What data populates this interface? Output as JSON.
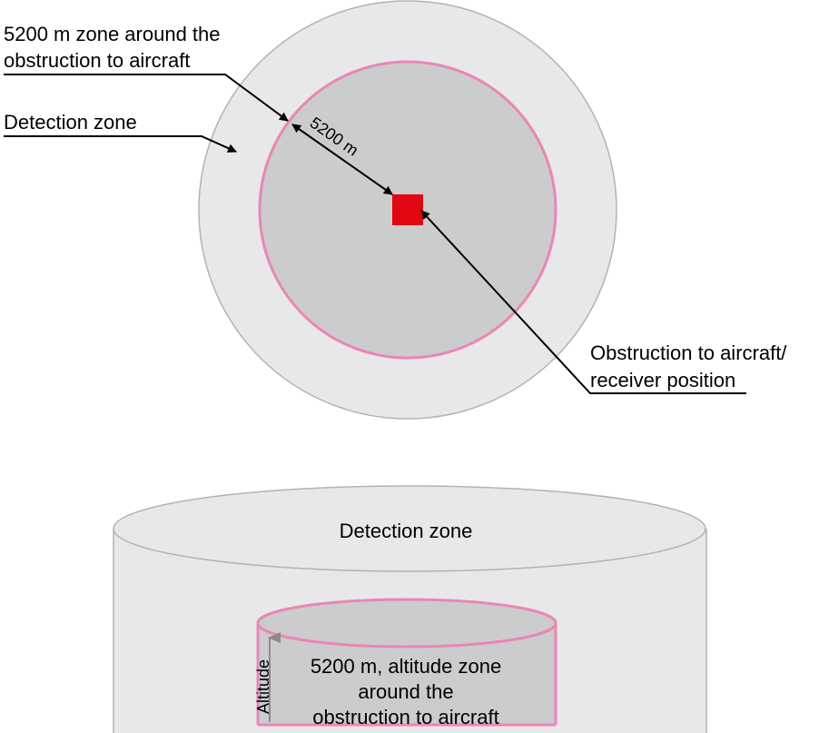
{
  "top_view": {
    "label_zone_line1": "5200 m zone around the",
    "label_zone_line2": "obstruction to aircraft",
    "label_detection": "Detection zone",
    "radius_label": "5200 m",
    "label_obstruction_line1": "Obstruction to aircraft/",
    "label_obstruction_line2": "receiver position"
  },
  "side_view": {
    "label_detection": "Detection zone",
    "label_inner_line1": "5200 m, altitude zone",
    "label_inner_line2": "around the",
    "label_inner_line3": "obstruction to aircraft",
    "label_altitude": "Altitude"
  },
  "colors": {
    "outer_zone_fill": "#e8e8e8",
    "inner_zone_fill": "#cccccc",
    "zone_border": "#e986b8",
    "obstruction": "#e30613",
    "outline": "#aaaaaa",
    "text": "#000000"
  },
  "icons": {
    "obstruction_marker": "red-square-icon",
    "arrows": "arrow-icon"
  }
}
